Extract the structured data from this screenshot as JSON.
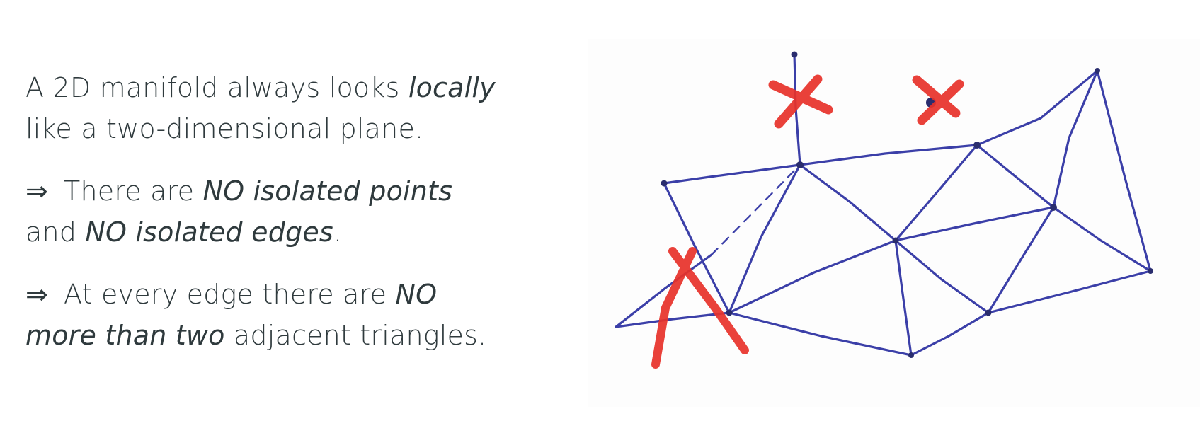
{
  "statement": {
    "line1_prefix": "A 2D manifold always looks ",
    "line1_emph": "locally",
    "line2": "like a two-dimensional plane."
  },
  "point1": {
    "arrow": "⇒",
    "text_before": "There are ",
    "emph1": "NO isolated points",
    "middle": "and ",
    "emph2": "NO isolated edges",
    "end": "."
  },
  "point2": {
    "arrow": "⇒",
    "text_before": "At every edge there are ",
    "emph1": "NO",
    "emph2": "more than two",
    "end": " adjacent triangles."
  },
  "figure": {
    "stroke_color": "#3b3fa8",
    "cross_color": "#e8322a"
  }
}
